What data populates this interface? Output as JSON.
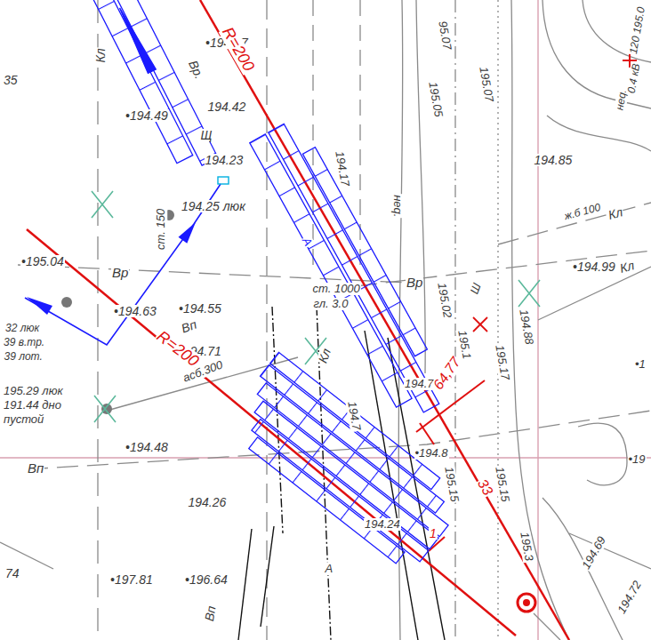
{
  "diagram": {
    "labels": [
      "Кл",
      "35",
      "•194.57",
      "Вр.",
      "•194.49",
      "194.42",
      "Щ",
      "194.23",
      "194.25 люк",
      "ст. 150",
      "•195.04",
      "Вр",
      "•194.63",
      "•194.55",
      "Вп",
      "•194.71",
      "асб.300",
      "R=200",
      "R=200",
      "32 люк",
      "39 в.тр.",
      "39 лот.",
      "195.29 люк",
      "191.44 дно",
      "пустой",
      "•194.48",
      "Вп",
      "194.26",
      "•197.81",
      "•196.64",
      "74",
      "Вп",
      "ст. 1000",
      "гл. 3.0",
      "194.17",
      "Вр",
      "неq.",
      "95.07",
      "195.05",
      "195.07",
      "194.85",
      "ж.б 100",
      "Кл",
      "•194.99",
      "Кл",
      "195.02",
      "Ш",
      "194.88",
      "195.1",
      "194.76",
      "195.17",
      "64,77",
      "•194.8",
      "195.15",
      "195.15",
      "33",
      "1",
      "194.69",
      "194.72",
      "195.3",
      "194.24",
      "194.7",
      "Кл",
      "неq.",
      "0.4 кВ",
      "120 195.0",
      "•1",
      "•19",
      "А",
      "А"
    ]
  }
}
